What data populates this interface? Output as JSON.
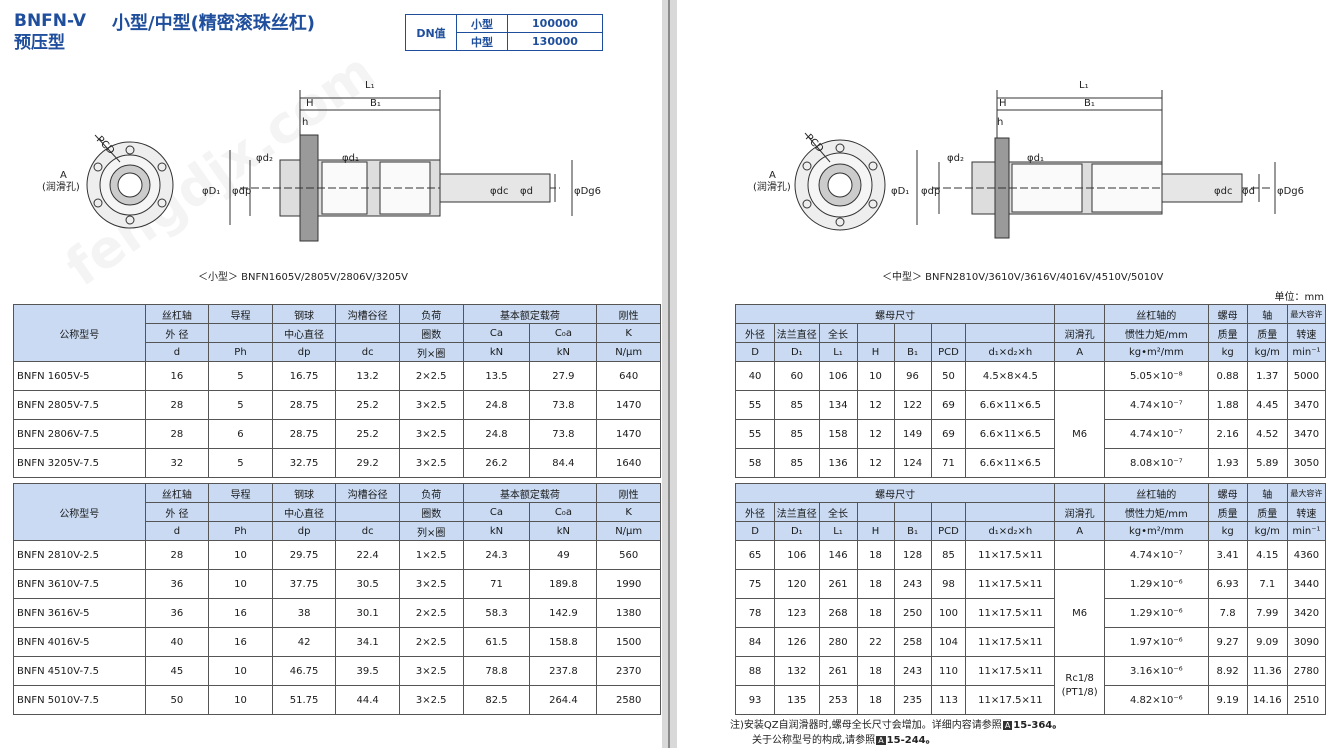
{
  "header": {
    "series": [
      "BNFN-V",
      "预压型"
    ],
    "title": "小型/中型(精密滚珠丝杠)",
    "dn": {
      "label": "DN值",
      "rows": [
        {
          "type": "小型",
          "value": "100000"
        },
        {
          "type": "中型",
          "value": "130000"
        }
      ]
    }
  },
  "drawing_labels": {
    "L1": "L₁",
    "B1": "B₁",
    "H": "H",
    "h": "h",
    "PCD": "PCD",
    "A": "A",
    "lube": "(润滑孔)",
    "d2": "φd₂",
    "d1": "φd₁",
    "D1": "φD₁",
    "dp": "φdp",
    "dc": "φdc",
    "d": "φd",
    "Dg6": "φDg6"
  },
  "captions": {
    "small": "＜小型＞  BNFN1605V/2805V/2806V/3205V",
    "medium": "＜中型＞  BNFN2810V/3610V/3616V/4016V/4510V/5010V"
  },
  "unit_label": "单位：mm",
  "left_header": {
    "model": "公称型号",
    "shaft": [
      "丝杠轴",
      "外 径",
      "d"
    ],
    "lead": [
      "导程",
      "",
      "Ph"
    ],
    "ball": [
      "钢球",
      "中心直径",
      "dp"
    ],
    "root": [
      "沟槽谷径",
      "",
      "dc"
    ],
    "load": [
      "负荷",
      "圈数",
      "列×圈"
    ],
    "rating": "基本额定载荷",
    "ca": [
      "Ca",
      "kN"
    ],
    "c0a": [
      "C₀a",
      "kN"
    ],
    "stiff": [
      "刚性",
      "K",
      "N/μm"
    ]
  },
  "right_header": {
    "nut": "螺母尺寸",
    "D": [
      "外径",
      "D"
    ],
    "D1": [
      "法兰直径",
      "D₁"
    ],
    "L1": [
      "全长",
      "L₁"
    ],
    "H": [
      "",
      "H"
    ],
    "B1": [
      "",
      "B₁"
    ],
    "PCD": [
      "",
      "PCD"
    ],
    "bolt": [
      "",
      "d₁×d₂×h"
    ],
    "lube": [
      "润滑孔",
      "A"
    ],
    "inertia": [
      "丝杠轴的",
      "惯性力矩/mm",
      "kg•m²/mm"
    ],
    "nutmass": [
      "螺母",
      "质量",
      "kg"
    ],
    "shaftmass": [
      "轴",
      "质量",
      "kg/m"
    ],
    "speed": [
      "最大容许",
      "转速",
      "min⁻¹"
    ]
  },
  "small_rows": [
    {
      "model": "BNFN 1605V-5",
      "d": "16",
      "ph": "5",
      "dp": "16.75",
      "dc": "13.2",
      "turns": "2×2.5",
      "ca": "13.5",
      "c0a": "27.9",
      "k": "640",
      "D": "40",
      "D1": "60",
      "L1": "106",
      "H": "10",
      "B1": "96",
      "PCD": "50",
      "bolt": "4.5×8×4.5",
      "inertia": "5.05×10⁻⁸",
      "nm": "0.88",
      "sm": "1.37",
      "rpm": "5000"
    },
    {
      "model": "BNFN 2805V-7.5",
      "d": "28",
      "ph": "5",
      "dp": "28.75",
      "dc": "25.2",
      "turns": "3×2.5",
      "ca": "24.8",
      "c0a": "73.8",
      "k": "1470",
      "D": "55",
      "D1": "85",
      "L1": "134",
      "H": "12",
      "B1": "122",
      "PCD": "69",
      "bolt": "6.6×11×6.5",
      "inertia": "4.74×10⁻⁷",
      "nm": "1.88",
      "sm": "4.45",
      "rpm": "3470"
    },
    {
      "model": "BNFN 2806V-7.5",
      "d": "28",
      "ph": "6",
      "dp": "28.75",
      "dc": "25.2",
      "turns": "3×2.5",
      "ca": "24.8",
      "c0a": "73.8",
      "k": "1470",
      "D": "55",
      "D1": "85",
      "L1": "158",
      "H": "12",
      "B1": "149",
      "PCD": "69",
      "bolt": "6.6×11×6.5",
      "inertia": "4.74×10⁻⁷",
      "nm": "2.16",
      "sm": "4.52",
      "rpm": "3470"
    },
    {
      "model": "BNFN 3205V-7.5",
      "d": "32",
      "ph": "5",
      "dp": "32.75",
      "dc": "29.2",
      "turns": "3×2.5",
      "ca": "26.2",
      "c0a": "84.4",
      "k": "1640",
      "D": "58",
      "D1": "85",
      "L1": "136",
      "H": "12",
      "B1": "124",
      "PCD": "71",
      "bolt": "6.6×11×6.5",
      "inertia": "8.08×10⁻⁷",
      "nm": "1.93",
      "sm": "5.89",
      "rpm": "3050"
    }
  ],
  "small_lube": "M6",
  "medium_rows": [
    {
      "model": "BNFN 2810V-2.5",
      "d": "28",
      "ph": "10",
      "dp": "29.75",
      "dc": "22.4",
      "turns": "1×2.5",
      "ca": "24.3",
      "c0a": "49",
      "k": "560",
      "D": "65",
      "D1": "106",
      "L1": "146",
      "H": "18",
      "B1": "128",
      "PCD": "85",
      "bolt": "11×17.5×11",
      "inertia": "4.74×10⁻⁷",
      "nm": "3.41",
      "sm": "4.15",
      "rpm": "4360"
    },
    {
      "model": "BNFN 3610V-7.5",
      "d": "36",
      "ph": "10",
      "dp": "37.75",
      "dc": "30.5",
      "turns": "3×2.5",
      "ca": "71",
      "c0a": "189.8",
      "k": "1990",
      "D": "75",
      "D1": "120",
      "L1": "261",
      "H": "18",
      "B1": "243",
      "PCD": "98",
      "bolt": "11×17.5×11",
      "inertia": "1.29×10⁻⁶",
      "nm": "6.93",
      "sm": "7.1",
      "rpm": "3440"
    },
    {
      "model": "BNFN 3616V-5",
      "d": "36",
      "ph": "16",
      "dp": "38",
      "dc": "30.1",
      "turns": "2×2.5",
      "ca": "58.3",
      "c0a": "142.9",
      "k": "1380",
      "D": "78",
      "D1": "123",
      "L1": "268",
      "H": "18",
      "B1": "250",
      "PCD": "100",
      "bolt": "11×17.5×11",
      "inertia": "1.29×10⁻⁶",
      "nm": "7.8",
      "sm": "7.99",
      "rpm": "3420"
    },
    {
      "model": "BNFN 4016V-5",
      "d": "40",
      "ph": "16",
      "dp": "42",
      "dc": "34.1",
      "turns": "2×2.5",
      "ca": "61.5",
      "c0a": "158.8",
      "k": "1500",
      "D": "84",
      "D1": "126",
      "L1": "280",
      "H": "22",
      "B1": "258",
      "PCD": "104",
      "bolt": "11×17.5×11",
      "inertia": "1.97×10⁻⁶",
      "nm": "9.27",
      "sm": "9.09",
      "rpm": "3090"
    },
    {
      "model": "BNFN 4510V-7.5",
      "d": "45",
      "ph": "10",
      "dp": "46.75",
      "dc": "39.5",
      "turns": "3×2.5",
      "ca": "78.8",
      "c0a": "237.8",
      "k": "2370",
      "D": "88",
      "D1": "132",
      "L1": "261",
      "H": "18",
      "B1": "243",
      "PCD": "110",
      "bolt": "11×17.5×11",
      "inertia": "3.16×10⁻⁶",
      "nm": "8.92",
      "sm": "11.36",
      "rpm": "2780"
    },
    {
      "model": "BNFN 5010V-7.5",
      "d": "50",
      "ph": "10",
      "dp": "51.75",
      "dc": "44.4",
      "turns": "3×2.5",
      "ca": "82.5",
      "c0a": "264.4",
      "k": "2580",
      "D": "93",
      "D1": "135",
      "L1": "253",
      "H": "18",
      "B1": "235",
      "PCD": "113",
      "bolt": "11×17.5×11",
      "inertia": "4.82×10⁻⁶",
      "nm": "9.19",
      "sm": "14.16",
      "rpm": "2510"
    }
  ],
  "medium_lube": [
    "M6",
    "Rc1/8",
    "(PT1/8)"
  ],
  "notes": {
    "n1_text": "注)安装QZ自润滑器时,螺母全长尺寸会增加。详细内容请参照",
    "n1_ref": "A",
    "n1_page": "15-364。",
    "n2_text": "关于公称型号的构成,请参照",
    "n2_ref": "A",
    "n2_page": "15-244。"
  },
  "watermark": "fengdjx.com"
}
